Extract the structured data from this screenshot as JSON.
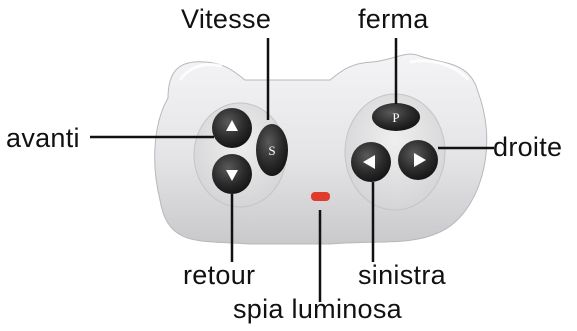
{
  "labels": {
    "vitesse": "Vitesse",
    "ferma": "ferma",
    "avanti": "avanti",
    "droite": "droite",
    "retour": "retour",
    "sinistra": "sinistra",
    "spia": "spia luminosa"
  },
  "buttons": {
    "speed_letter": "S",
    "park_letter": "P"
  },
  "colors": {
    "body": "#e2e2e4",
    "button": "#2a2a2a",
    "indicator": "#e03a2a",
    "leader": "#111111"
  },
  "icons": [
    "up-arrow-icon",
    "down-arrow-icon",
    "left-arrow-icon",
    "right-arrow-icon"
  ]
}
